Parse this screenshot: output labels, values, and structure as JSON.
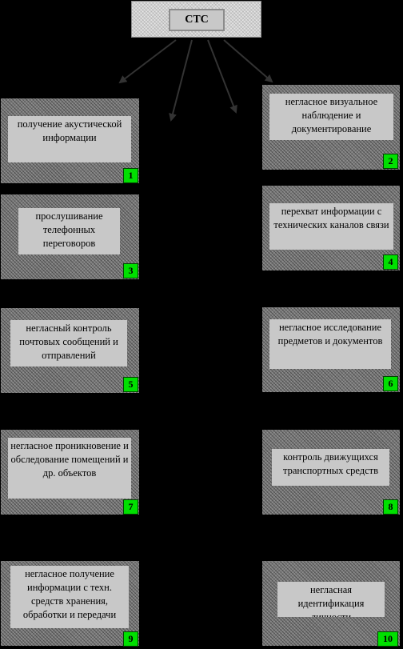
{
  "root": {
    "label": "СТС"
  },
  "nodes": [
    {
      "num": "1",
      "label": "получение акустической информации"
    },
    {
      "num": "2",
      "label": "негласное визуальное наблюдение и документирование"
    },
    {
      "num": "3",
      "label": "прослушивание телефонных переговоров"
    },
    {
      "num": "4",
      "label": "перехват информации с технических каналов связи"
    },
    {
      "num": "5",
      "label": "негласный контроль почтовых сообщений и отправлений"
    },
    {
      "num": "6",
      "label": "негласное исследование предметов и документов"
    },
    {
      "num": "7",
      "label": "негласное проникновение и обследование помещений и др. объектов"
    },
    {
      "num": "8",
      "label": "контроль движущихся транспортных средств"
    },
    {
      "num": "9",
      "label": "негласное получение информации с техн. средств хранения, обработки и передачи"
    },
    {
      "num": "10",
      "label": "негласная идентификация личности"
    }
  ]
}
